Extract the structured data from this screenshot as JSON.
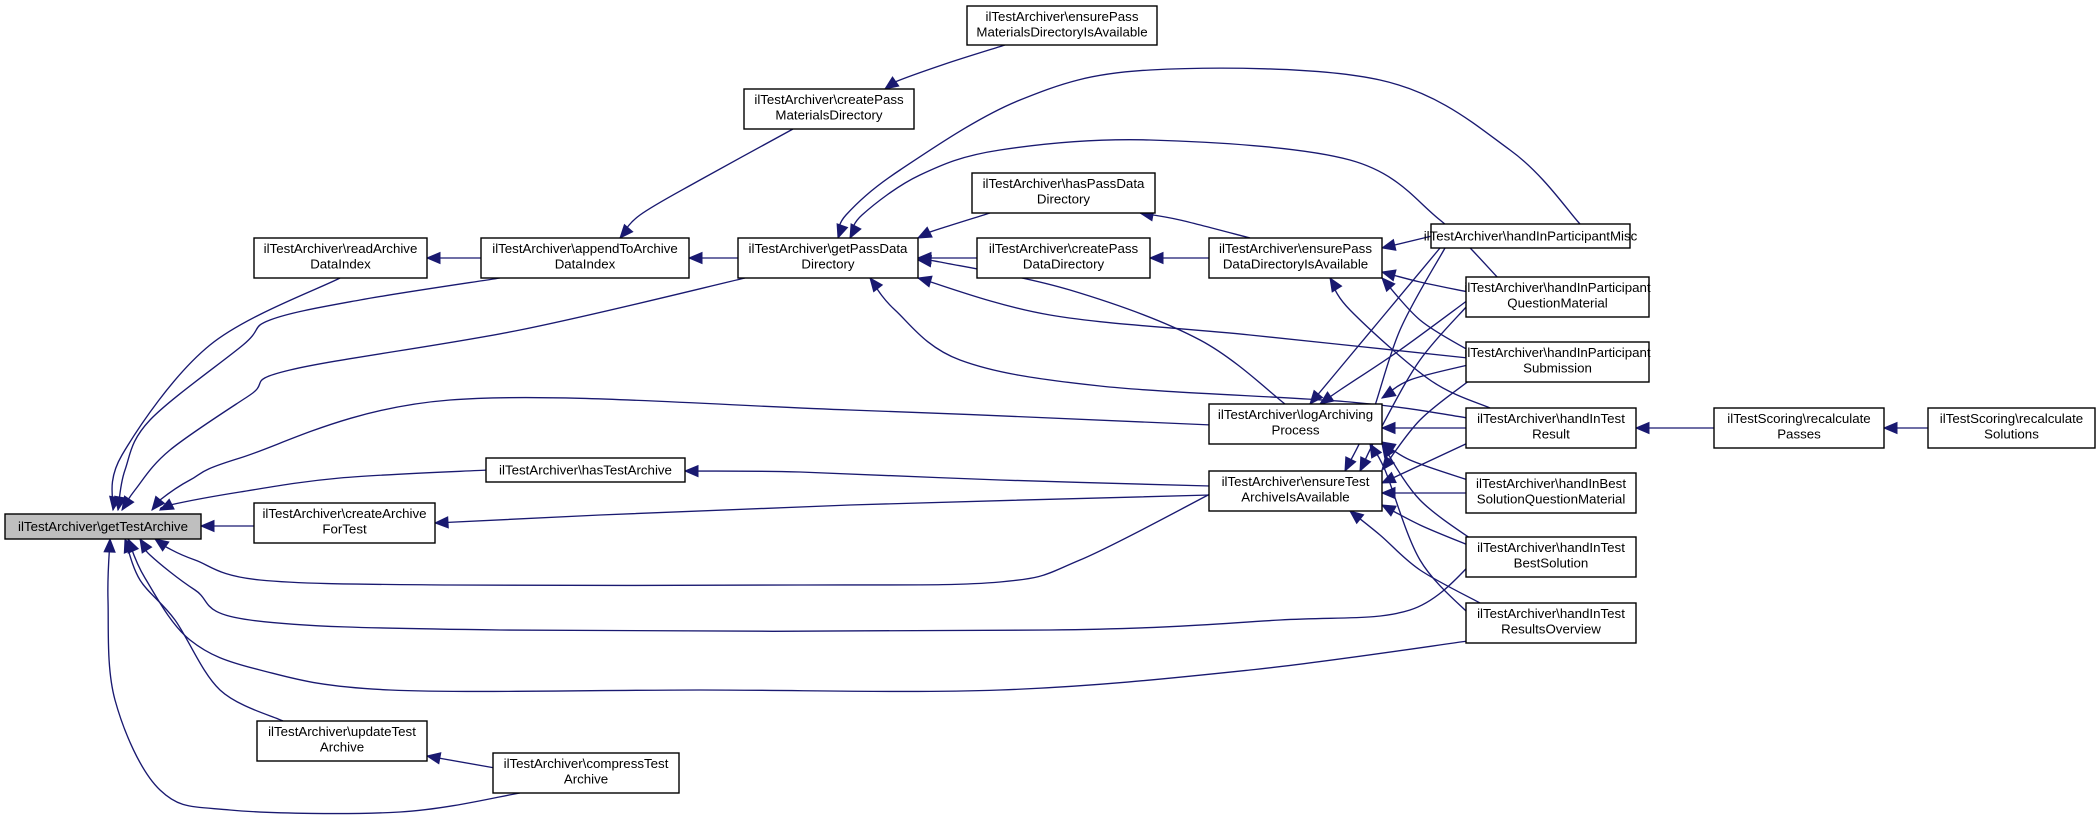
{
  "nodes": [
    {
      "id": "root",
      "lines": [
        "ilTestArchiver\\getTestArchive"
      ]
    },
    {
      "id": "readIdx",
      "lines": [
        "ilTestArchiver\\readArchive",
        "DataIndex"
      ]
    },
    {
      "id": "appendIdx",
      "lines": [
        "ilTestArchiver\\appendToArchive",
        "DataIndex"
      ]
    },
    {
      "id": "getPass",
      "lines": [
        "ilTestArchiver\\getPassData",
        "Directory"
      ]
    },
    {
      "id": "createPassMat",
      "lines": [
        "ilTestArchiver\\createPass",
        "MaterialsDirectory"
      ]
    },
    {
      "id": "ensurePassMat",
      "lines": [
        "ilTestArchiver\\ensurePass",
        "MaterialsDirectoryIsAvailable"
      ]
    },
    {
      "id": "hasPassData",
      "lines": [
        "ilTestArchiver\\hasPassData",
        "Directory"
      ]
    },
    {
      "id": "createPassData",
      "lines": [
        "ilTestArchiver\\createPass",
        "DataDirectory"
      ]
    },
    {
      "id": "ensurePassData",
      "lines": [
        "ilTestArchiver\\ensurePass",
        "DataDirectoryIsAvailable"
      ]
    },
    {
      "id": "logProc",
      "lines": [
        "ilTestArchiver\\logArchiving",
        "Process"
      ]
    },
    {
      "id": "hasArchive",
      "lines": [
        "ilTestArchiver\\hasTestArchive"
      ]
    },
    {
      "id": "ensureArchive",
      "lines": [
        "ilTestArchiver\\ensureTest",
        "ArchiveIsAvailable"
      ]
    },
    {
      "id": "createArchive",
      "lines": [
        "ilTestArchiver\\createArchive",
        "ForTest"
      ]
    },
    {
      "id": "updateArchive",
      "lines": [
        "ilTestArchiver\\updateTest",
        "Archive"
      ]
    },
    {
      "id": "compress",
      "lines": [
        "ilTestArchiver\\compressTest",
        "Archive"
      ]
    },
    {
      "id": "hMisc",
      "lines": [
        "ilTestArchiver\\handInParticipantMisc"
      ]
    },
    {
      "id": "hQMat",
      "lines": [
        "ilTestArchiver\\handInParticipant",
        "QuestionMaterial"
      ]
    },
    {
      "id": "hSub",
      "lines": [
        "ilTestArchiver\\handInParticipant",
        "Submission"
      ]
    },
    {
      "id": "hResult",
      "lines": [
        "ilTestArchiver\\handInTest",
        "Result"
      ]
    },
    {
      "id": "hBestQ",
      "lines": [
        "ilTestArchiver\\handInBest",
        "SolutionQuestionMaterial"
      ]
    },
    {
      "id": "hBestSol",
      "lines": [
        "ilTestArchiver\\handInTest",
        "BestSolution"
      ]
    },
    {
      "id": "hOverview",
      "lines": [
        "ilTestArchiver\\handInTest",
        "ResultsOverview"
      ]
    },
    {
      "id": "recalcPasses",
      "lines": [
        "ilTestScoring\\recalculate",
        "Passes"
      ]
    },
    {
      "id": "recalcSol",
      "lines": [
        "ilTestScoring\\recalculate",
        "Solutions"
      ]
    }
  ],
  "edges": [
    {
      "from": "readIdx",
      "to": "root"
    },
    {
      "from": "appendIdx",
      "to": "root"
    },
    {
      "from": "getPass",
      "to": "root"
    },
    {
      "from": "logProc",
      "to": "root"
    },
    {
      "from": "hasArchive",
      "to": "root"
    },
    {
      "from": "createArchive",
      "to": "root"
    },
    {
      "from": "ensureArchive",
      "to": "root"
    },
    {
      "from": "hBestSol",
      "to": "root"
    },
    {
      "from": "hOverview",
      "to": "root"
    },
    {
      "from": "updateArchive",
      "to": "root"
    },
    {
      "from": "compress",
      "to": "root"
    },
    {
      "from": "appendIdx",
      "to": "readIdx"
    },
    {
      "from": "getPass",
      "to": "appendIdx"
    },
    {
      "from": "createPassMat",
      "to": "appendIdx"
    },
    {
      "from": "ensurePassMat",
      "to": "createPassMat"
    },
    {
      "from": "hasPassData",
      "to": "getPass"
    },
    {
      "from": "createPassData",
      "to": "getPass"
    },
    {
      "from": "logProc",
      "to": "getPass"
    },
    {
      "from": "hMisc",
      "to": "getPass"
    },
    {
      "from": "hQMat",
      "to": "getPass"
    },
    {
      "from": "hSub",
      "to": "getPass"
    },
    {
      "from": "hResult",
      "to": "getPass"
    },
    {
      "from": "ensurePassData",
      "to": "hasPassData"
    },
    {
      "from": "ensurePassData",
      "to": "createPassData"
    },
    {
      "from": "hMisc",
      "to": "ensurePassData"
    },
    {
      "from": "hQMat",
      "to": "ensurePassData"
    },
    {
      "from": "hSub",
      "to": "ensurePassData"
    },
    {
      "from": "hResult",
      "to": "ensurePassData"
    },
    {
      "from": "hMisc",
      "to": "logProc"
    },
    {
      "from": "hQMat",
      "to": "logProc"
    },
    {
      "from": "hSub",
      "to": "logProc"
    },
    {
      "from": "hResult",
      "to": "logProc"
    },
    {
      "from": "hBestQ",
      "to": "logProc"
    },
    {
      "from": "hBestSol",
      "to": "logProc"
    },
    {
      "from": "hOverview",
      "to": "logProc"
    },
    {
      "from": "ensureArchive",
      "to": "hasArchive"
    },
    {
      "from": "ensureArchive",
      "to": "createArchive"
    },
    {
      "from": "hMisc",
      "to": "ensureArchive"
    },
    {
      "from": "hQMat",
      "to": "ensureArchive"
    },
    {
      "from": "hSub",
      "to": "ensureArchive"
    },
    {
      "from": "hResult",
      "to": "ensureArchive"
    },
    {
      "from": "hBestQ",
      "to": "ensureArchive"
    },
    {
      "from": "hBestSol",
      "to": "ensureArchive"
    },
    {
      "from": "hOverview",
      "to": "ensureArchive"
    },
    {
      "from": "compress",
      "to": "updateArchive"
    },
    {
      "from": "recalcPasses",
      "to": "hResult"
    },
    {
      "from": "recalcSol",
      "to": "recalcPasses"
    }
  ]
}
